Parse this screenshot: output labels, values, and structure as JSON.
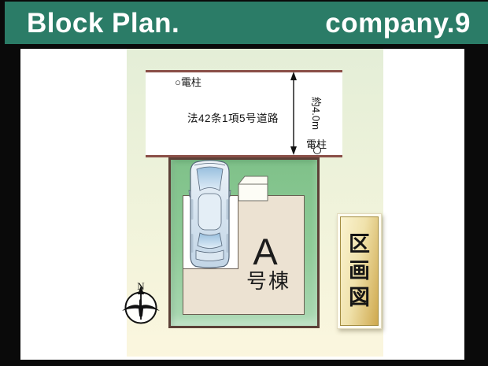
{
  "header": {
    "left_title": "Block Plan.",
    "right_title": "company.9"
  },
  "road": {
    "pole_label_top": "○電柱",
    "name": "法42条1項5号道路",
    "width_label": "約4.0m",
    "pole_label_right": "電柱"
  },
  "plot": {
    "building_letter": "A",
    "building_suffix": "号棟"
  },
  "compass": {
    "north_label": "N"
  },
  "banner": {
    "title": "区画図",
    "chars": [
      "区",
      "画",
      "図"
    ]
  },
  "colors": {
    "header_bg": "#2b7c67",
    "road_border": "#8a4f47",
    "plot_fill": "#8cc794",
    "plot_border": "#5c4037",
    "building_fill": "#ece2d2",
    "banner_gold": "#d8b85c",
    "background_cream": "#f4f3da",
    "frame_black": "#0a0a0a"
  }
}
